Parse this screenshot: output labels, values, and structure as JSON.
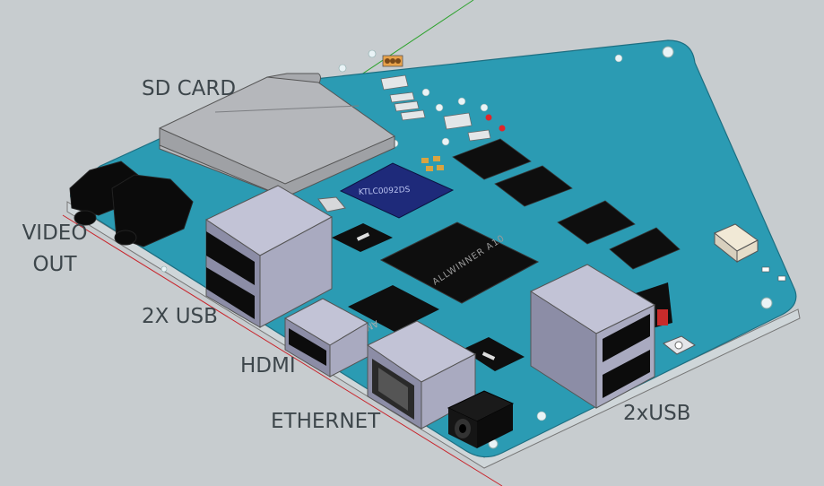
{
  "labels": {
    "sd_card": "SD CARD",
    "video_out_line1": "VIDEO",
    "video_out_line2": "OUT",
    "usb_left": "2X USB",
    "hdmi": "HDMI",
    "ethernet": "ETHERNET",
    "usb_right": "2xUSB"
  },
  "chip_markings": {
    "soc": "ALLWINNER A10",
    "blue_chip": "KTLC0092DS",
    "amp_chip": "AMP"
  },
  "colors": {
    "background": "#c7cccf",
    "board": "#2b9bb3",
    "chip": "#0e0e0e",
    "connector": "#a9a9c2",
    "label_text": "#3d464b"
  }
}
